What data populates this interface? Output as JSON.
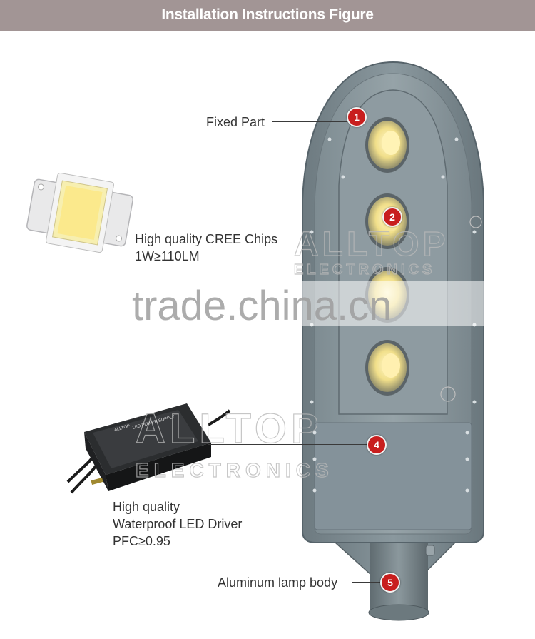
{
  "header": {
    "title": "Installation Instructions Figure"
  },
  "callouts": [
    {
      "number": "1",
      "label": "Fixed Part"
    },
    {
      "number": "2",
      "label_line1": "High quality CREE Chips",
      "label_line2": "1W≥110LM"
    },
    {
      "number": "4",
      "label_line1": "High quality",
      "label_line2": "Waterproof LED Driver",
      "label_line3": "PFC≥0.95"
    },
    {
      "number": "5",
      "label": "Aluminum lamp body"
    }
  ],
  "watermarks": {
    "site": "trade.china.cn",
    "brand": "ALLTOP",
    "brand_sub": "ELECTRONICS"
  },
  "driver_labels": {
    "brand": "ALLTOP",
    "product": "LED POWER SUPPLY"
  },
  "colors": {
    "header_bg": "#a29595",
    "badge": "#c81e1e",
    "lamp_body": "#7b8a90"
  }
}
